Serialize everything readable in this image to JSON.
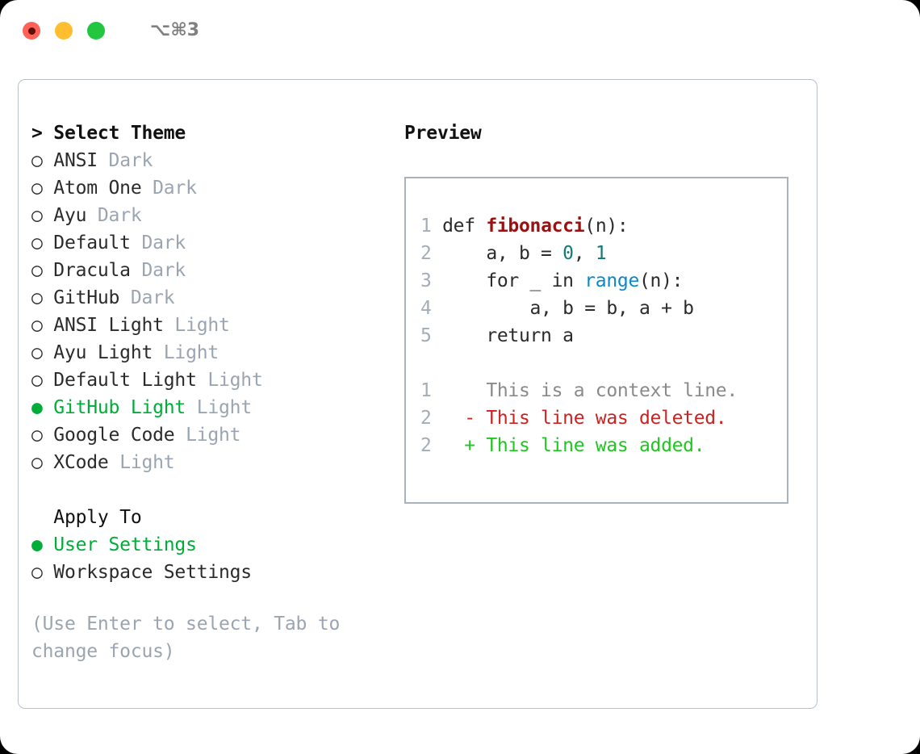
{
  "titlebar": {
    "dots": [
      "close-dot",
      "minimize-dot",
      "maximize-dot"
    ],
    "shortcut": "⌥⌘3"
  },
  "theme_list": {
    "header": "> Select Theme",
    "items": [
      {
        "marker": "○",
        "label": "ANSI",
        "tag": "Dark",
        "selected": false
      },
      {
        "marker": "○",
        "label": "Atom One",
        "tag": "Dark",
        "selected": false
      },
      {
        "marker": "○",
        "label": "Ayu",
        "tag": "Dark",
        "selected": false
      },
      {
        "marker": "○",
        "label": "Default",
        "tag": "Dark",
        "selected": false
      },
      {
        "marker": "○",
        "label": "Dracula",
        "tag": "Dark",
        "selected": false
      },
      {
        "marker": "○",
        "label": "GitHub",
        "tag": "Dark",
        "selected": false
      },
      {
        "marker": "○",
        "label": "ANSI Light",
        "tag": "Light",
        "selected": false
      },
      {
        "marker": "○",
        "label": "Ayu Light",
        "tag": "Light",
        "selected": false
      },
      {
        "marker": "○",
        "label": "Default Light",
        "tag": "Light",
        "selected": false
      },
      {
        "marker": "●",
        "label": "GitHub Light",
        "tag": "Light",
        "selected": true
      },
      {
        "marker": "○",
        "label": "Google Code",
        "tag": "Light",
        "selected": false
      },
      {
        "marker": "○",
        "label": "XCode",
        "tag": "Light",
        "selected": false
      }
    ]
  },
  "apply_to": {
    "header": "  Apply To",
    "items": [
      {
        "marker": "●",
        "label": "User Settings",
        "selected": true
      },
      {
        "marker": "○",
        "label": "Workspace Settings",
        "selected": false
      }
    ]
  },
  "hint": "(Use Enter to select, Tab to change focus)",
  "preview": {
    "title": "Preview",
    "code_lines": [
      {
        "num": "1",
        "indent": " ",
        "plain_before": "def ",
        "fn": "fibonacci",
        "plain_after": "(n):"
      },
      {
        "num": "2",
        "indent": "     ",
        "plain_before": "a, b = ",
        "numtok": "0",
        "mid": ", ",
        "numtok2": "1"
      },
      {
        "num": "3",
        "indent": "     ",
        "plain_before": "for _ in ",
        "builtin": "range",
        "plain_after": "(n):"
      },
      {
        "num": "4",
        "indent": "         ",
        "plain_before": "a, b = b, a + b"
      },
      {
        "num": "5",
        "indent": "     ",
        "plain_before": "return a"
      }
    ],
    "diff_lines": [
      {
        "num": "1",
        "sign": "  ",
        "text": "This is a context line.",
        "kind": "context"
      },
      {
        "num": "2",
        "sign": "- ",
        "text": "This line was deleted.",
        "kind": "delete"
      },
      {
        "num": "2",
        "sign": "+ ",
        "text": "This line was added.",
        "kind": "add"
      }
    ]
  },
  "colors": {
    "accent_green": "#00ad39",
    "tag_gray": "#9aa5b1",
    "line_number": "#a3adb8",
    "diff_delete": "#cc2222",
    "diff_add": "#1fc61f",
    "diff_context": "#8a8a8a",
    "code_function": "#9b1111",
    "code_number": "#117a78",
    "code_builtin": "#0e87c6",
    "panel_border": "#b9c2cc",
    "preview_border": "#a9b3be"
  }
}
